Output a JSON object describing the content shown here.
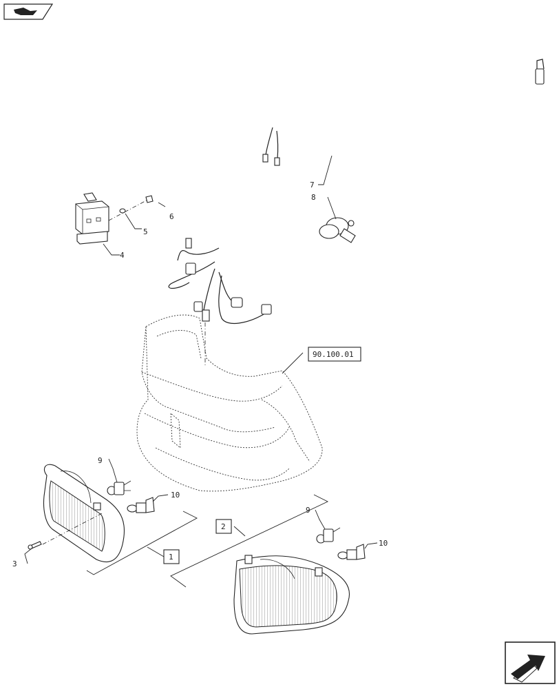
{
  "callouts": {
    "c1": "1",
    "c2": "2",
    "c3": "3",
    "c4": "4",
    "c5": "5",
    "c6": "6",
    "c7": "7",
    "c8": "8",
    "c9a": "9",
    "c9b": "9",
    "c10a": "10",
    "c10b": "10"
  },
  "refs": {
    "assembly_ref": "90.100.01"
  },
  "icons": {
    "top_left": "book-navigation-icon",
    "bottom_right": "next-page-arrow-icon"
  },
  "colors": {
    "ink": "#222222",
    "paper": "#ffffff"
  }
}
